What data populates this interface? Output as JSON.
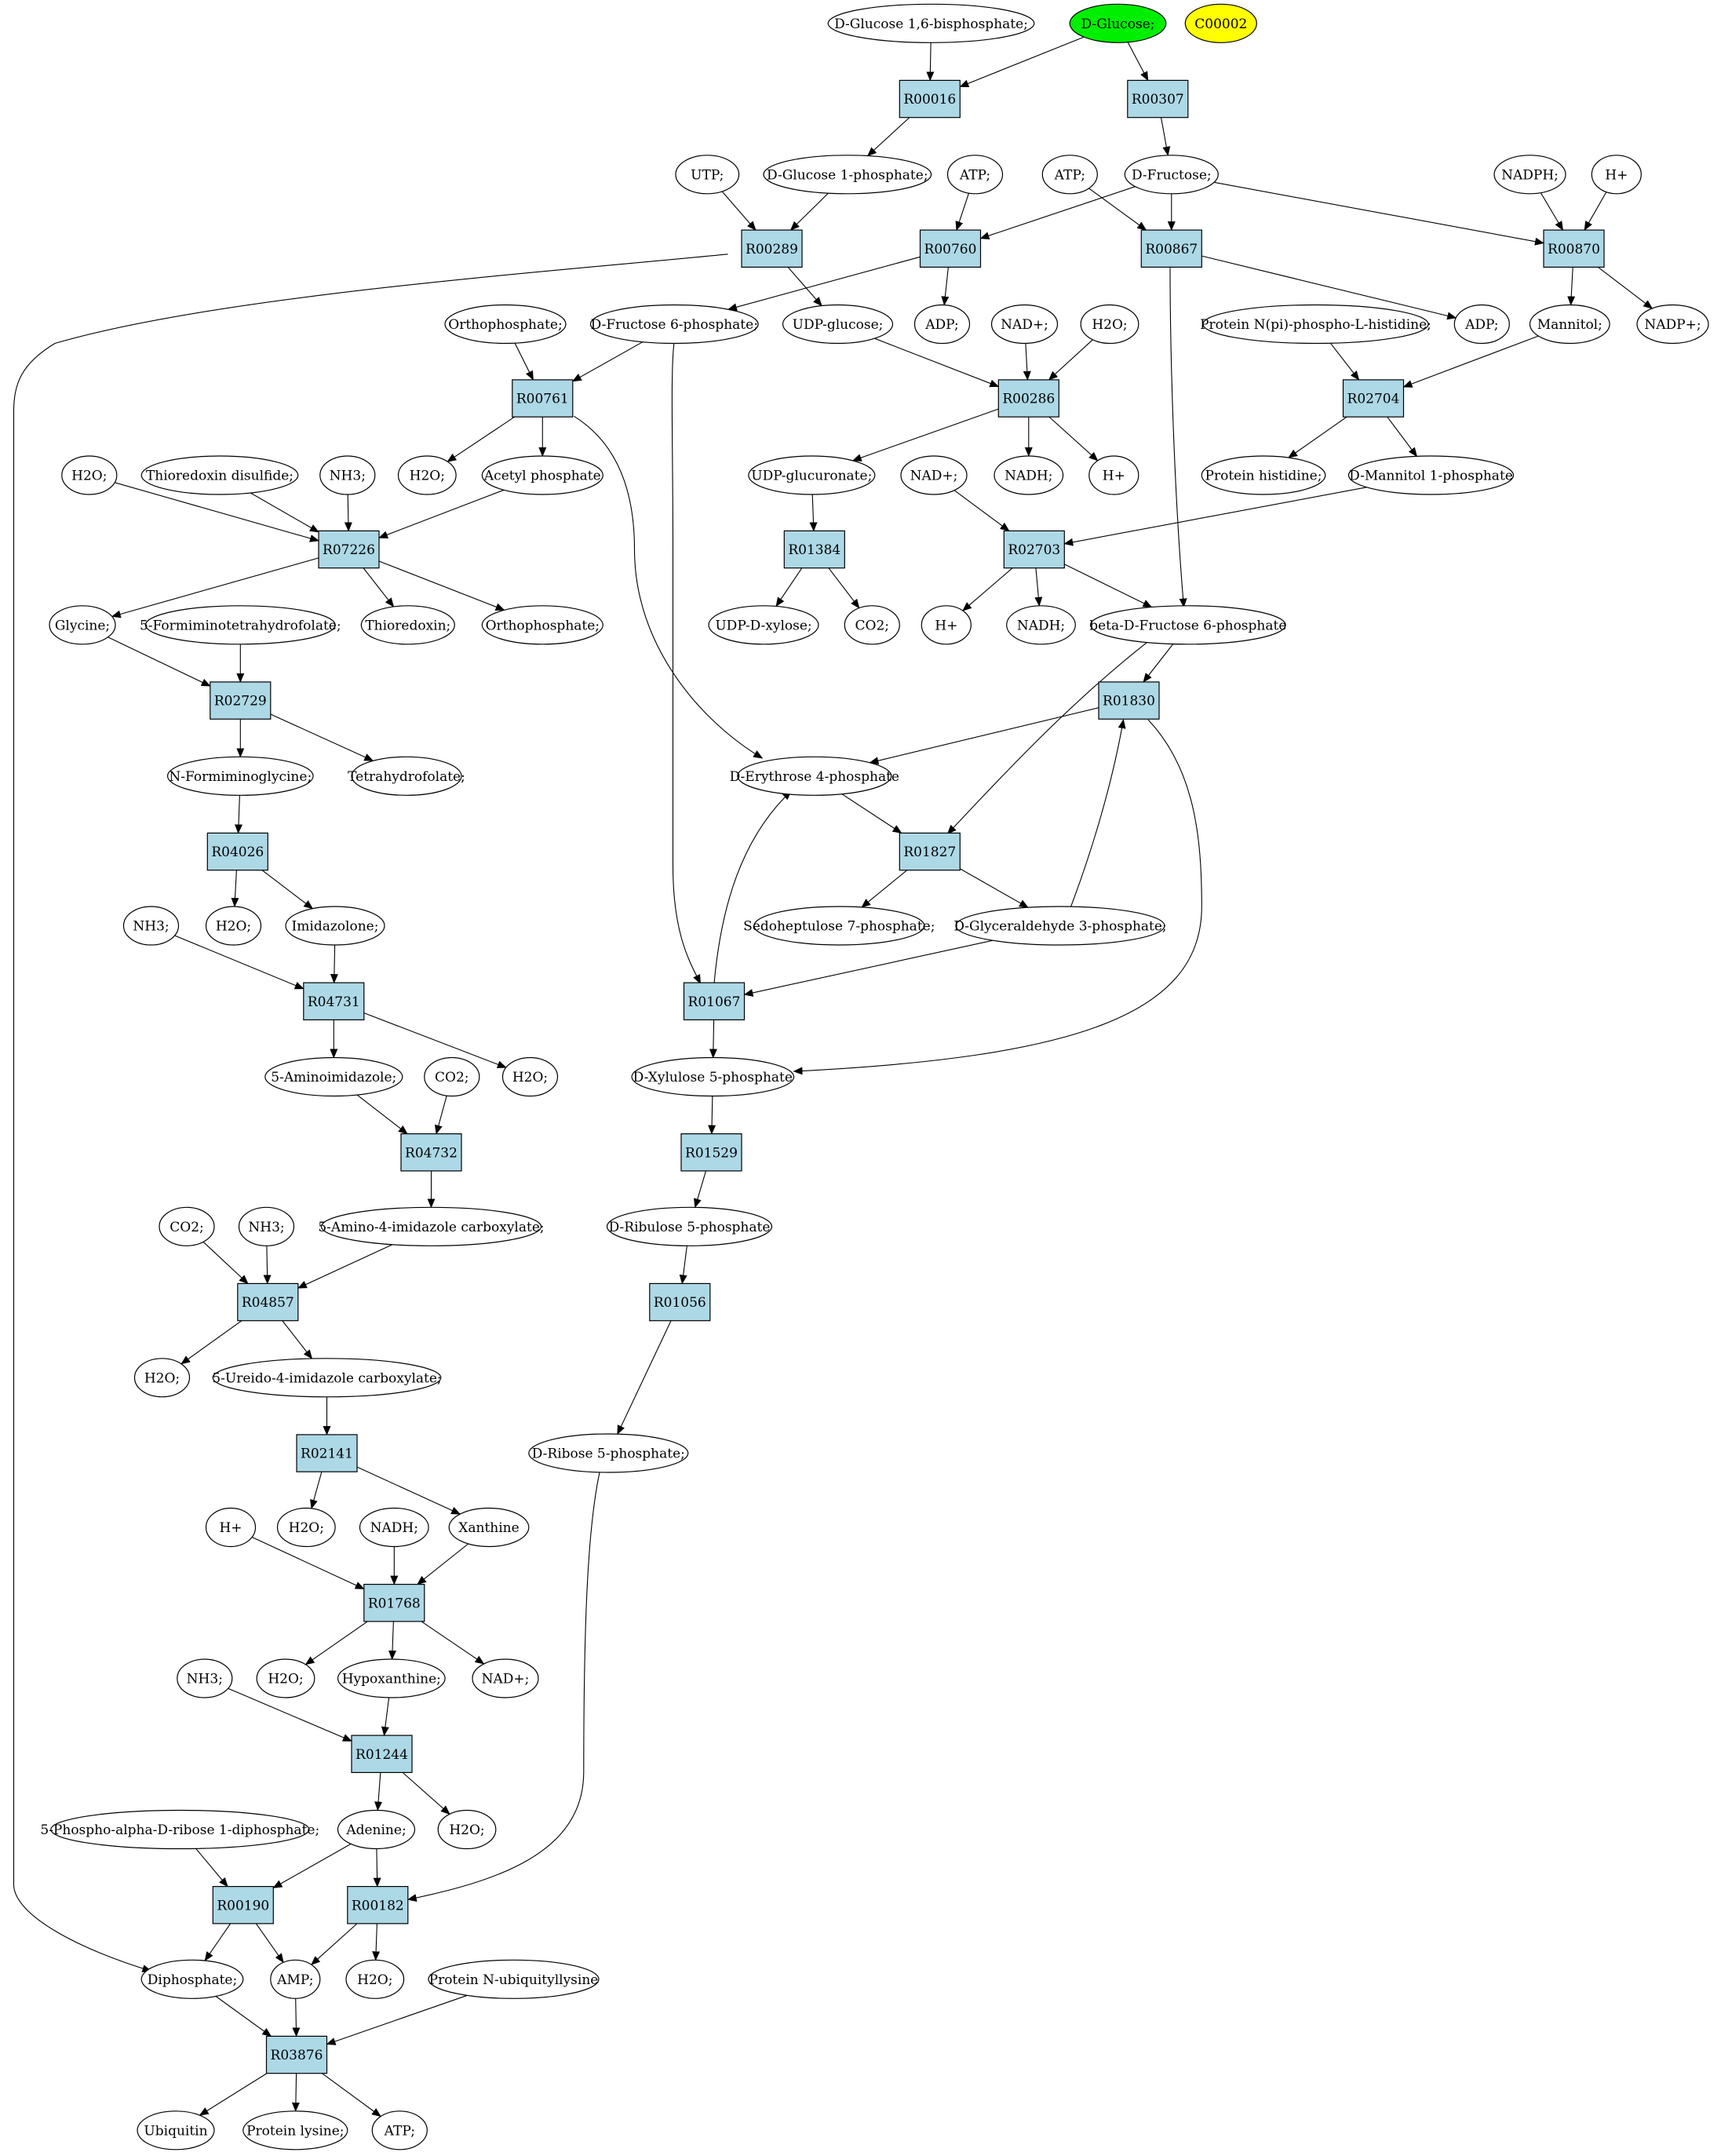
{
  "diagram": {
    "colors": {
      "reaction_fill": "#add8e6",
      "compound_fill": "#ffffff",
      "start_fill": "#00ee00",
      "target_fill": "#ffff00",
      "stroke": "#000000"
    },
    "nodes": [
      {
        "id": "c_g16bp",
        "kind": "compound",
        "label": "D-Glucose 1,6-bisphosphate;"
      },
      {
        "id": "c_glucose",
        "kind": "compound",
        "style": "start",
        "label": "D-Glucose;"
      },
      {
        "id": "c_c00002",
        "kind": "compound",
        "style": "target",
        "label": "C00002"
      },
      {
        "id": "r00016",
        "kind": "reaction",
        "label": "R00016"
      },
      {
        "id": "r00307",
        "kind": "reaction",
        "label": "R00307"
      },
      {
        "id": "c_utp",
        "kind": "compound",
        "label": "UTP;"
      },
      {
        "id": "c_g1p",
        "kind": "compound",
        "label": "D-Glucose 1-phosphate;"
      },
      {
        "id": "c_atp1",
        "kind": "compound",
        "label": "ATP;"
      },
      {
        "id": "c_atp2",
        "kind": "compound",
        "label": "ATP;"
      },
      {
        "id": "c_fructose",
        "kind": "compound",
        "label": "D-Fructose;"
      },
      {
        "id": "c_nadph",
        "kind": "compound",
        "label": "NADPH;"
      },
      {
        "id": "c_h1",
        "kind": "compound",
        "label": "H+"
      },
      {
        "id": "r00289",
        "kind": "reaction",
        "label": "R00289"
      },
      {
        "id": "r00760",
        "kind": "reaction",
        "label": "R00760"
      },
      {
        "id": "r00867",
        "kind": "reaction",
        "label": "R00867"
      },
      {
        "id": "r00870",
        "kind": "reaction",
        "label": "R00870"
      },
      {
        "id": "c_ortho1",
        "kind": "compound",
        "label": "Orthophosphate;"
      },
      {
        "id": "c_f6p",
        "kind": "compound",
        "label": "D-Fructose 6-phosphate;"
      },
      {
        "id": "c_udpglc",
        "kind": "compound",
        "label": "UDP-glucose;"
      },
      {
        "id": "c_adp1",
        "kind": "compound",
        "label": "ADP;"
      },
      {
        "id": "c_nad1",
        "kind": "compound",
        "label": "NAD+;"
      },
      {
        "id": "c_h2o1",
        "kind": "compound",
        "label": "H2O;"
      },
      {
        "id": "c_protnp",
        "kind": "compound",
        "label": "Protein N(pi)-phospho-L-histidine;"
      },
      {
        "id": "c_adp2",
        "kind": "compound",
        "label": "ADP;"
      },
      {
        "id": "c_mannitol",
        "kind": "compound",
        "label": "Mannitol;"
      },
      {
        "id": "c_nadp",
        "kind": "compound",
        "label": "NADP+;"
      },
      {
        "id": "r00761",
        "kind": "reaction",
        "label": "R00761"
      },
      {
        "id": "r00286",
        "kind": "reaction",
        "label": "R00286"
      },
      {
        "id": "r02704",
        "kind": "reaction",
        "label": "R02704"
      },
      {
        "id": "c_h2o2",
        "kind": "compound",
        "label": "H2O;"
      },
      {
        "id": "c_thiodis",
        "kind": "compound",
        "label": "Thioredoxin disulfide;"
      },
      {
        "id": "c_nh3_1",
        "kind": "compound",
        "label": "NH3;"
      },
      {
        "id": "c_h2o3",
        "kind": "compound",
        "label": "H2O;"
      },
      {
        "id": "c_acetylp",
        "kind": "compound",
        "label": "Acetyl phosphate"
      },
      {
        "id": "c_udpglcur",
        "kind": "compound",
        "label": "UDP-glucuronate;"
      },
      {
        "id": "c_nad2",
        "kind": "compound",
        "label": "NAD+;"
      },
      {
        "id": "c_nadh1",
        "kind": "compound",
        "label": "NADH;"
      },
      {
        "id": "c_h2",
        "kind": "compound",
        "label": "H+"
      },
      {
        "id": "c_prothis",
        "kind": "compound",
        "label": "Protein histidine;"
      },
      {
        "id": "c_m1p",
        "kind": "compound",
        "label": "D-Mannitol 1-phosphate"
      },
      {
        "id": "r07226",
        "kind": "reaction",
        "label": "R07226"
      },
      {
        "id": "r01384",
        "kind": "reaction",
        "label": "R01384"
      },
      {
        "id": "r02703",
        "kind": "reaction",
        "label": "R02703"
      },
      {
        "id": "c_glycine",
        "kind": "compound",
        "label": "Glycine;"
      },
      {
        "id": "c_5fthf",
        "kind": "compound",
        "label": "5-Formiminotetrahydrofolate;"
      },
      {
        "id": "c_thio",
        "kind": "compound",
        "label": "Thioredoxin;"
      },
      {
        "id": "c_ortho2",
        "kind": "compound",
        "label": "Orthophosphate;"
      },
      {
        "id": "c_udpxyl",
        "kind": "compound",
        "label": "UDP-D-xylose;"
      },
      {
        "id": "c_co2_1",
        "kind": "compound",
        "label": "CO2;"
      },
      {
        "id": "c_h3",
        "kind": "compound",
        "label": "H+"
      },
      {
        "id": "c_nadh2",
        "kind": "compound",
        "label": "NADH;"
      },
      {
        "id": "c_bf6p",
        "kind": "compound",
        "label": "beta-D-Fructose 6-phosphate"
      },
      {
        "id": "r02729",
        "kind": "reaction",
        "label": "R02729"
      },
      {
        "id": "r01830",
        "kind": "reaction",
        "label": "R01830"
      },
      {
        "id": "c_nfg",
        "kind": "compound",
        "label": "N-Formiminoglycine;"
      },
      {
        "id": "c_thf",
        "kind": "compound",
        "label": "Tetrahydrofolate;"
      },
      {
        "id": "c_e4p",
        "kind": "compound",
        "label": "D-Erythrose 4-phosphate"
      },
      {
        "id": "r04026",
        "kind": "reaction",
        "label": "R04026"
      },
      {
        "id": "r01827",
        "kind": "reaction",
        "label": "R01827"
      },
      {
        "id": "c_nh3_2",
        "kind": "compound",
        "label": "NH3;"
      },
      {
        "id": "c_h2o4",
        "kind": "compound",
        "label": "H2O;"
      },
      {
        "id": "c_imid",
        "kind": "compound",
        "label": "Imidazolone;"
      },
      {
        "id": "c_s7p",
        "kind": "compound",
        "label": "Sedoheptulose 7-phosphate;"
      },
      {
        "id": "c_g3p",
        "kind": "compound",
        "label": "D-Glyceraldehyde 3-phosphate;"
      },
      {
        "id": "r04731",
        "kind": "reaction",
        "label": "R04731"
      },
      {
        "id": "r01067",
        "kind": "reaction",
        "label": "R01067"
      },
      {
        "id": "c_5ai",
        "kind": "compound",
        "label": "5-Aminoimidazole;"
      },
      {
        "id": "c_co2_2",
        "kind": "compound",
        "label": "CO2;"
      },
      {
        "id": "c_h2o5",
        "kind": "compound",
        "label": "H2O;"
      },
      {
        "id": "c_x5p",
        "kind": "compound",
        "label": "D-Xylulose 5-phosphate"
      },
      {
        "id": "r04732",
        "kind": "reaction",
        "label": "R04732"
      },
      {
        "id": "r01529",
        "kind": "reaction",
        "label": "R01529"
      },
      {
        "id": "c_co2_3",
        "kind": "compound",
        "label": "CO2;"
      },
      {
        "id": "c_nh3_3",
        "kind": "compound",
        "label": "NH3;"
      },
      {
        "id": "c_5a4ic",
        "kind": "compound",
        "label": "5-Amino-4-imidazole carboxylate;"
      },
      {
        "id": "c_ru5p",
        "kind": "compound",
        "label": "D-Ribulose 5-phosphate"
      },
      {
        "id": "r04857",
        "kind": "reaction",
        "label": "R04857"
      },
      {
        "id": "r01056",
        "kind": "reaction",
        "label": "R01056"
      },
      {
        "id": "c_h2o6",
        "kind": "compound",
        "label": "H2O;"
      },
      {
        "id": "c_5u4ic",
        "kind": "compound",
        "label": "5-Ureido-4-imidazole carboxylate;"
      },
      {
        "id": "c_r5p",
        "kind": "compound",
        "label": "D-Ribose 5-phosphate;"
      },
      {
        "id": "r02141",
        "kind": "reaction",
        "label": "R02141"
      },
      {
        "id": "c_h4",
        "kind": "compound",
        "label": "H+"
      },
      {
        "id": "c_h2o7",
        "kind": "compound",
        "label": "H2O;"
      },
      {
        "id": "c_nadh3",
        "kind": "compound",
        "label": "NADH;"
      },
      {
        "id": "c_xanthine",
        "kind": "compound",
        "label": "Xanthine"
      },
      {
        "id": "r01768",
        "kind": "reaction",
        "label": "R01768"
      },
      {
        "id": "c_nh3_4",
        "kind": "compound",
        "label": "NH3;"
      },
      {
        "id": "c_h2o8",
        "kind": "compound",
        "label": "H2O;"
      },
      {
        "id": "c_hypox",
        "kind": "compound",
        "label": "Hypoxanthine;"
      },
      {
        "id": "c_nad3",
        "kind": "compound",
        "label": "NAD+;"
      },
      {
        "id": "r01244",
        "kind": "reaction",
        "label": "R01244"
      },
      {
        "id": "c_prpp",
        "kind": "compound",
        "label": "5-Phospho-alpha-D-ribose 1-diphosphate;"
      },
      {
        "id": "c_adenine",
        "kind": "compound",
        "label": "Adenine;"
      },
      {
        "id": "c_h2o9",
        "kind": "compound",
        "label": "H2O;"
      },
      {
        "id": "r00190",
        "kind": "reaction",
        "label": "R00190"
      },
      {
        "id": "r00182",
        "kind": "reaction",
        "label": "R00182"
      },
      {
        "id": "c_diphos",
        "kind": "compound",
        "label": "Diphosphate;"
      },
      {
        "id": "c_amp",
        "kind": "compound",
        "label": "AMP;"
      },
      {
        "id": "c_h2o10",
        "kind": "compound",
        "label": "H2O;"
      },
      {
        "id": "c_protubq",
        "kind": "compound",
        "label": "Protein N-ubiquityllysine"
      },
      {
        "id": "r03876",
        "kind": "reaction",
        "label": "R03876"
      },
      {
        "id": "c_ubiquitin",
        "kind": "compound",
        "label": "Ubiquitin"
      },
      {
        "id": "c_protlys",
        "kind": "compound",
        "label": "Protein lysine;"
      },
      {
        "id": "c_atp3",
        "kind": "compound",
        "label": "ATP;"
      }
    ],
    "edges": [
      [
        "c_g16bp",
        "r00016"
      ],
      [
        "c_glucose",
        "r00016"
      ],
      [
        "c_glucose",
        "r00307"
      ],
      [
        "r00016",
        "c_g1p"
      ],
      [
        "r00307",
        "c_fructose"
      ],
      [
        "c_utp",
        "r00289"
      ],
      [
        "c_g1p",
        "r00289"
      ],
      [
        "c_atp1",
        "r00760"
      ],
      [
        "c_fructose",
        "r00760"
      ],
      [
        "c_atp2",
        "r00867"
      ],
      [
        "c_fructose",
        "r00867"
      ],
      [
        "c_fructose",
        "r00870"
      ],
      [
        "c_nadph",
        "r00870"
      ],
      [
        "c_h1",
        "r00870"
      ],
      [
        "r00289",
        "c_diphos"
      ],
      [
        "r00289",
        "c_udpglc"
      ],
      [
        "r00760",
        "c_f6p"
      ],
      [
        "r00760",
        "c_adp1"
      ],
      [
        "r00867",
        "c_adp2"
      ],
      [
        "r00867",
        "c_bf6p"
      ],
      [
        "r00870",
        "c_mannitol"
      ],
      [
        "r00870",
        "c_nadp"
      ],
      [
        "c_ortho1",
        "r00761"
      ],
      [
        "c_f6p",
        "r00761"
      ],
      [
        "c_f6p",
        "r01067"
      ],
      [
        "c_udpglc",
        "r00286"
      ],
      [
        "c_nad1",
        "r00286"
      ],
      [
        "c_h2o1",
        "r00286"
      ],
      [
        "c_protnp",
        "r02704"
      ],
      [
        "c_mannitol",
        "r02704"
      ],
      [
        "r00761",
        "c_h2o3"
      ],
      [
        "r00761",
        "c_acetylp"
      ],
      [
        "r00761",
        "c_e4p"
      ],
      [
        "r00286",
        "c_udpglcur"
      ],
      [
        "r00286",
        "c_nadh1"
      ],
      [
        "r00286",
        "c_h2"
      ],
      [
        "r02704",
        "c_prothis"
      ],
      [
        "r02704",
        "c_m1p"
      ],
      [
        "c_h2o2",
        "r07226"
      ],
      [
        "c_thiodis",
        "r07226"
      ],
      [
        "c_nh3_1",
        "r07226"
      ],
      [
        "c_acetylp",
        "r07226"
      ],
      [
        "c_udpglcur",
        "r01384"
      ],
      [
        "c_nad2",
        "r02703"
      ],
      [
        "c_m1p",
        "r02703"
      ],
      [
        "r07226",
        "c_glycine"
      ],
      [
        "r07226",
        "c_thio"
      ],
      [
        "r07226",
        "c_ortho2"
      ],
      [
        "r01384",
        "c_udpxyl"
      ],
      [
        "r01384",
        "c_co2_1"
      ],
      [
        "r02703",
        "c_h3"
      ],
      [
        "r02703",
        "c_nadh2"
      ],
      [
        "r02703",
        "c_bf6p"
      ],
      [
        "c_glycine",
        "r02729"
      ],
      [
        "c_5fthf",
        "r02729"
      ],
      [
        "c_bf6p",
        "r01830"
      ],
      [
        "c_bf6p",
        "r01827"
      ],
      [
        "r02729",
        "c_nfg"
      ],
      [
        "r02729",
        "c_thf"
      ],
      [
        "r01830",
        "c_e4p"
      ],
      [
        "r01830",
        "c_x5p"
      ],
      [
        "c_nfg",
        "r04026"
      ],
      [
        "c_e4p",
        "r01827"
      ],
      [
        "r04026",
        "c_h2o4"
      ],
      [
        "r04026",
        "c_imid"
      ],
      [
        "r01827",
        "c_s7p"
      ],
      [
        "r01827",
        "c_g3p"
      ],
      [
        "c_g3p",
        "r01830"
      ],
      [
        "c_g3p",
        "r01067"
      ],
      [
        "c_nh3_2",
        "r04731"
      ],
      [
        "c_imid",
        "r04731"
      ],
      [
        "r01067",
        "c_e4p"
      ],
      [
        "r01067",
        "c_x5p"
      ],
      [
        "r04731",
        "c_5ai"
      ],
      [
        "r04731",
        "c_h2o5"
      ],
      [
        "c_5ai",
        "r04732"
      ],
      [
        "c_co2_2",
        "r04732"
      ],
      [
        "c_x5p",
        "r01529"
      ],
      [
        "r04732",
        "c_5a4ic"
      ],
      [
        "r01529",
        "c_ru5p"
      ],
      [
        "c_co2_3",
        "r04857"
      ],
      [
        "c_nh3_3",
        "r04857"
      ],
      [
        "c_5a4ic",
        "r04857"
      ],
      [
        "c_ru5p",
        "r01056"
      ],
      [
        "r04857",
        "c_h2o6"
      ],
      [
        "r04857",
        "c_5u4ic"
      ],
      [
        "r01056",
        "c_r5p"
      ],
      [
        "c_5u4ic",
        "r02141"
      ],
      [
        "r02141",
        "c_h2o7"
      ],
      [
        "r02141",
        "c_xanthine"
      ],
      [
        "c_h4",
        "r01768"
      ],
      [
        "c_nadh3",
        "r01768"
      ],
      [
        "c_xanthine",
        "r01768"
      ],
      [
        "r01768",
        "c_h2o8"
      ],
      [
        "r01768",
        "c_hypox"
      ],
      [
        "r01768",
        "c_nad3"
      ],
      [
        "c_nh3_4",
        "r01244"
      ],
      [
        "c_hypox",
        "r01244"
      ],
      [
        "r01244",
        "c_adenine"
      ],
      [
        "r01244",
        "c_h2o9"
      ],
      [
        "c_prpp",
        "r00190"
      ],
      [
        "c_adenine",
        "r00190"
      ],
      [
        "c_adenine",
        "r00182"
      ],
      [
        "c_r5p",
        "r00182"
      ],
      [
        "r00190",
        "c_diphos"
      ],
      [
        "r00190",
        "c_amp"
      ],
      [
        "r00182",
        "c_amp"
      ],
      [
        "r00182",
        "c_h2o10"
      ],
      [
        "c_diphos",
        "r03876"
      ],
      [
        "c_amp",
        "r03876"
      ],
      [
        "c_protubq",
        "r03876"
      ],
      [
        "r03876",
        "c_ubiquitin"
      ],
      [
        "r03876",
        "c_protlys"
      ],
      [
        "r03876",
        "c_atp3"
      ]
    ]
  }
}
